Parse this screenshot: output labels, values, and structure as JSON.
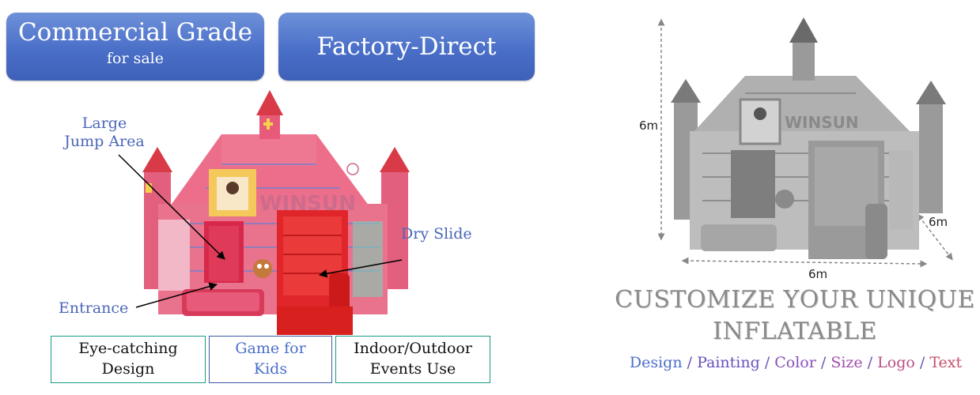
{
  "badges": {
    "commercial": {
      "main": "Commercial Grade",
      "sub": "for sale"
    },
    "factory": {
      "main": "Factory-Direct"
    }
  },
  "callouts": {
    "jump_line1": "Large",
    "jump_line2": "Jump Area",
    "entrance": "Entrance",
    "slide": "Dry Slide"
  },
  "features": [
    {
      "line1": "Eye-catching",
      "line2": "Design"
    },
    {
      "line1": "Game for",
      "line2": "Kids"
    },
    {
      "line1": "Indoor/Outdoor",
      "line2": "Events Use"
    }
  ],
  "dimensions": {
    "height": "6m",
    "width": "6m",
    "depth": "6m"
  },
  "product": {
    "brand_mark": "WINSUN"
  },
  "customize": {
    "line1": "CUSTOMIZE YOUR UNIQUE",
    "line2": "INFLATABLE",
    "separator": "/",
    "options": [
      {
        "label": "Design",
        "color": "#4a6fc8"
      },
      {
        "label": "Painting",
        "color": "#6a4fc0"
      },
      {
        "label": "Color",
        "color": "#8a4fb8"
      },
      {
        "label": "Size",
        "color": "#a04fa8"
      },
      {
        "label": "Logo",
        "color": "#b84f88"
      },
      {
        "label": "Text",
        "color": "#c84f6a"
      }
    ]
  },
  "colors": {
    "badge": "#4a6fc8",
    "castle_pink": "#e85a7a",
    "slide_red": "#e02a2a",
    "teal_border": "#1a9a86",
    "callout_blue": "#4a66b8"
  }
}
